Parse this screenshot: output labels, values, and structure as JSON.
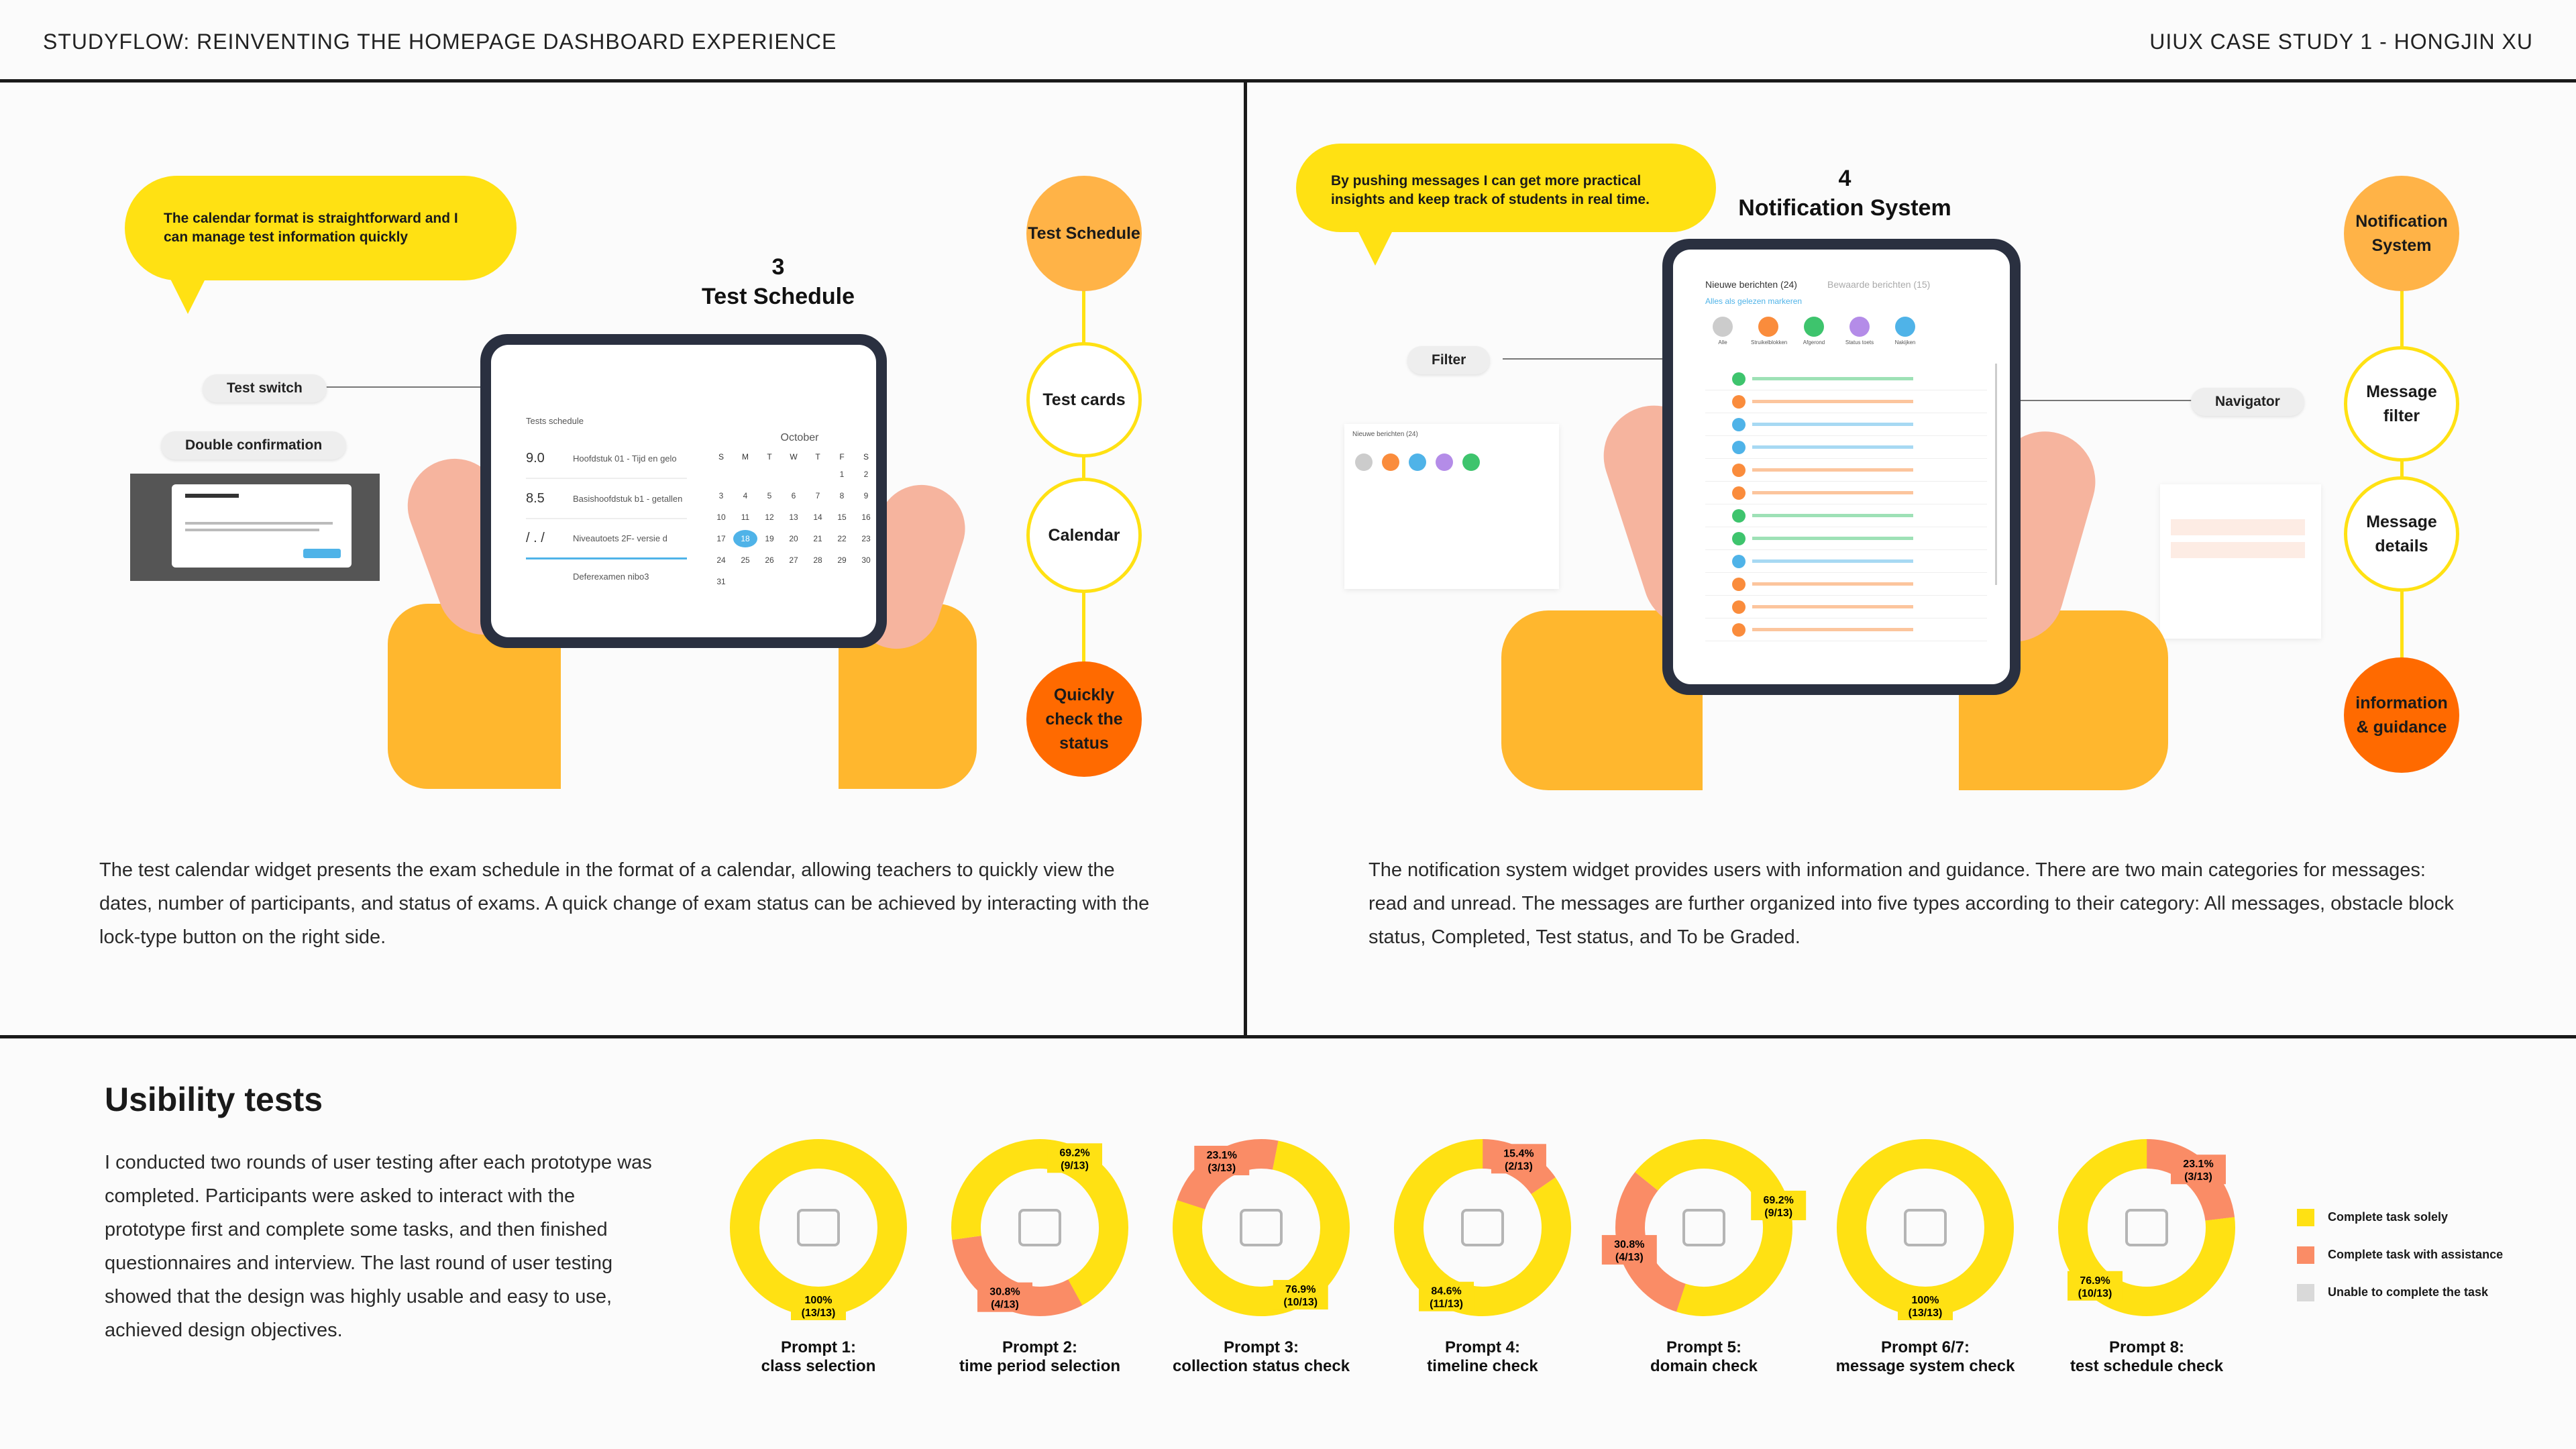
{
  "header": {
    "left": "STUDYFLOW: REINVENTING THE HOMEPAGE DASHBOARD EXPERIENCE",
    "right": "UIUX CASE STUDY 1 - HONGJIN XU"
  },
  "colors": {
    "yellow": "#ffe113",
    "light_orange": "#ffb347",
    "dark_orange": "#ff6a00",
    "salmon": "#fa8c66",
    "grey": "#d9d9d9"
  },
  "left_panel": {
    "bubble": "The calendar format is straightforward and I can manage test information quickly",
    "number": "3",
    "title": "Test Schedule",
    "pill_switch": "Test switch",
    "pill_confirm": "Double confirmation",
    "circles": [
      "Test Schedule",
      "Test cards",
      "Calendar",
      "Quickly check the status"
    ],
    "screen": {
      "heading": "Tests schedule",
      "month": "October",
      "weekdays": [
        "S",
        "M",
        "T",
        "W",
        "T",
        "F",
        "S"
      ],
      "days": [
        "",
        "",
        "",
        "",
        "",
        "1",
        "2",
        "3",
        "4",
        "5",
        "6",
        "7",
        "8",
        "9",
        "10",
        "11",
        "12",
        "13",
        "14",
        "15",
        "16",
        "17",
        "18",
        "19",
        "20",
        "21",
        "22",
        "23",
        "24",
        "25",
        "26",
        "27",
        "28",
        "29",
        "30",
        "31"
      ],
      "cards": [
        {
          "grade": "9.0",
          "name": "Hoofdstuk 01 - Tijd en gelo"
        },
        {
          "grade": "8.5",
          "name": "Basishoofdstuk b1 - getallen"
        },
        {
          "grade": "/ . /",
          "name": "Niveautoets 2F- versie d"
        },
        {
          "grade": "",
          "name": "Deferexamen nibo3"
        }
      ]
    },
    "paragraph": "The test calendar widget presents the exam schedule in the format of a calendar, allowing teachers to quickly view the dates, number of participants, and status of exams. A quick change of exam status can be achieved by interacting with the lock-type button on the right side."
  },
  "right_panel": {
    "bubble": "By pushing messages I can get more practical insights and keep track of students in real time.",
    "number": "4",
    "title": "Notification System",
    "pill_filter": "Filter",
    "pill_navigator": "Navigator",
    "circles": [
      "Notification System",
      "Message filter",
      "Message details",
      "information & guidance"
    ],
    "screen": {
      "tab_new": "Nieuwe berichten (24)",
      "tab_saved": "Bewaarde berichten (15)",
      "mark_read": "Alles als gelezen markeren",
      "filters": [
        "Alle",
        "Struikelblokken",
        "Afgerond",
        "Status toets",
        "Nakijken"
      ]
    },
    "paragraph": "The notification system widget provides users with information and guidance. There are two main categories for messages: read and unread. The messages are further organized into five types according to their category: All messages, obstacle block status, Completed, Test status, and To be Graded."
  },
  "usability": {
    "title": "Usibility tests",
    "paragraph": "I conducted two rounds of user testing after each prototype was completed. Participants were asked to interact with the prototype first and complete some tasks, and then finished questionnaires and interview. The last round of user testing showed that the design was highly usable and easy to use, achieved design objectives.",
    "legend": [
      "Complete task solely",
      "Complete task with assistance",
      "Unable to complete the task"
    ]
  },
  "chart_data": {
    "type": "pie",
    "series_names": [
      "Complete task solely",
      "Complete task with assistance",
      "Unable to complete the task"
    ],
    "charts": [
      {
        "label_line1": "Prompt 1:",
        "label_line2": "class selection",
        "icon": "class-selection-icon",
        "slices": [
          {
            "value": 100,
            "count": "13/13",
            "series": "Complete task solely"
          }
        ]
      },
      {
        "label_line1": "Prompt 2:",
        "label_line2": "time period selection",
        "icon": "calendar-icon",
        "slices": [
          {
            "value": 69.2,
            "count": "9/13",
            "series": "Complete task solely"
          },
          {
            "value": 30.8,
            "count": "4/13",
            "series": "Complete task with assistance"
          }
        ]
      },
      {
        "label_line1": "Prompt 3:",
        "label_line2": "collection status check",
        "icon": "pie-chart-icon",
        "slices": [
          {
            "value": 76.9,
            "count": "10/13",
            "series": "Complete task solely"
          },
          {
            "value": 23.1,
            "count": "3/13",
            "series": "Complete task with assistance"
          }
        ]
      },
      {
        "label_line1": "Prompt 4:",
        "label_line2": "timeline check",
        "icon": "line-chart-icon",
        "slices": [
          {
            "value": 84.6,
            "count": "11/13",
            "series": "Complete task solely"
          },
          {
            "value": 15.4,
            "count": "2/13",
            "series": "Complete task with assistance"
          }
        ]
      },
      {
        "label_line1": "Prompt 5:",
        "label_line2": "domain check",
        "icon": "analytics-icon",
        "slices": [
          {
            "value": 69.2,
            "count": "9/13",
            "series": "Complete task solely"
          },
          {
            "value": 30.8,
            "count": "4/13",
            "series": "Complete task with assistance"
          }
        ]
      },
      {
        "label_line1": "Prompt 6/7:",
        "label_line2": "message system check",
        "icon": "envelope-icon",
        "slices": [
          {
            "value": 100,
            "count": "13/13",
            "series": "Complete task solely"
          }
        ]
      },
      {
        "label_line1": "Prompt 8:",
        "label_line2": "test schedule check",
        "icon": "clipboard-icon",
        "slices": [
          {
            "value": 76.9,
            "count": "10/13",
            "series": "Complete task solely"
          },
          {
            "value": 23.1,
            "count": "3/13",
            "series": "Complete task with assistance"
          }
        ]
      }
    ]
  }
}
